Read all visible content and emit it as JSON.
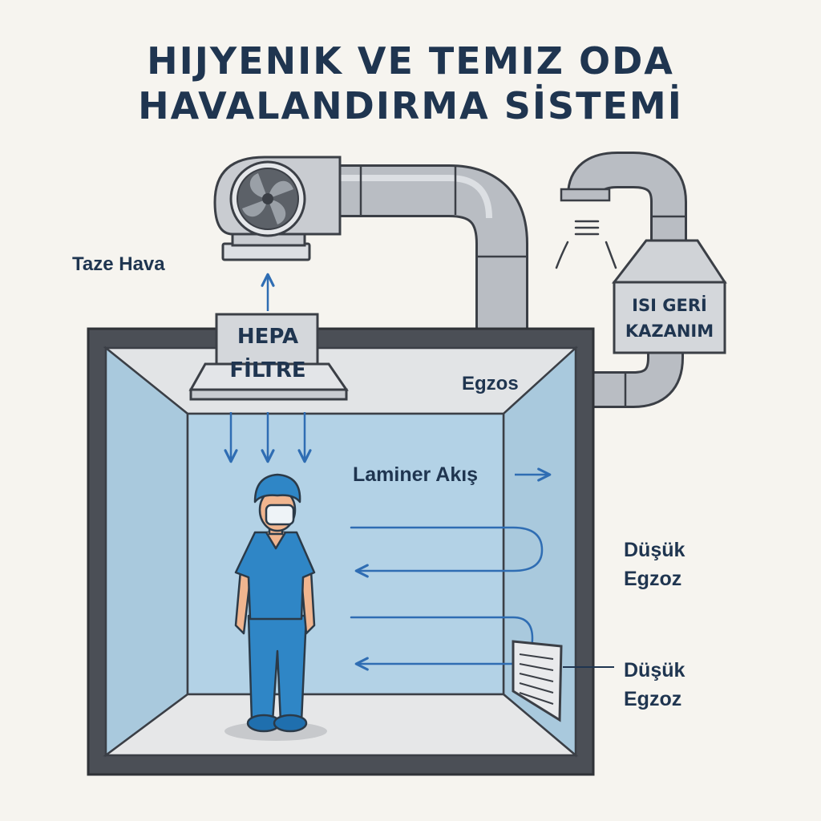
{
  "title": {
    "line1": "HIJYENIK VE TEMIZ ODA",
    "line2": "HAVALANDIRMA SİSTEMİ"
  },
  "labels": {
    "fresh_air": "Taze Hava",
    "hepa_line1": "HEPA",
    "hepa_line2": "FİLTRE",
    "heat_recovery_line1": "ISI GERİ",
    "heat_recovery_line2": "KAZANIM",
    "exhaust": "Egzos",
    "laminar_flow": "Laminer Akış",
    "low_exhaust_1_line1": "Düşük",
    "low_exhaust_1_line2": "Egzoz",
    "low_exhaust_2_line1": "Düşük",
    "low_exhaust_2_line2": "Egzoz"
  },
  "icons": {
    "fan": "fan-icon",
    "person": "cleanroom-worker-icon",
    "grille": "exhaust-grille-icon",
    "exhaust_vapor": "vapor-icon"
  },
  "colors": {
    "duct": "#b9bdc3",
    "outline": "#3b3f46",
    "room_air": "#b3d2e6",
    "arrow": "#2f6db3",
    "text": "#1f3550",
    "worker": "#2f86c6"
  }
}
